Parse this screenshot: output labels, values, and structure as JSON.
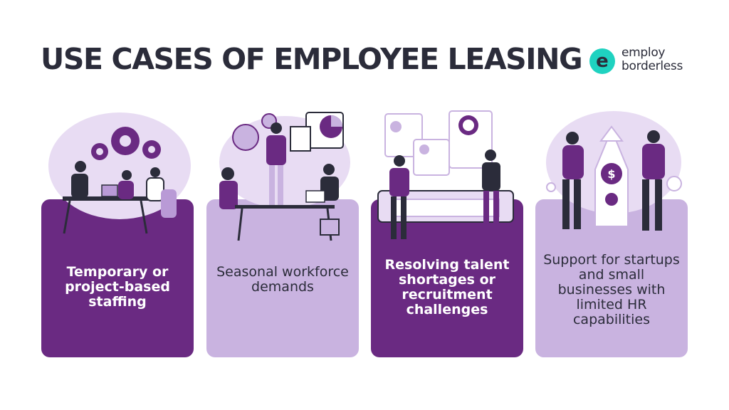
{
  "header": {
    "title": "USE CASES OF EMPLOYEE LEASING",
    "brand": {
      "mark": "e",
      "line1": "employ",
      "line2": "borderless"
    }
  },
  "cards": [
    {
      "text": "Temporary or project-based staffing",
      "style": "dark",
      "illustration": "team-meeting-gears-illustration"
    },
    {
      "text": "Seasonal workforce demands",
      "style": "light",
      "illustration": "office-presentation-illustration"
    },
    {
      "text": "Resolving talent shortages or recruitment challenges",
      "style": "dark",
      "illustration": "candidate-review-illustration"
    },
    {
      "text": "Support for startups and small businesses with limited HR capabilities",
      "style": "light",
      "illustration": "startup-rocket-illustration"
    }
  ],
  "colors": {
    "dark_purple": "#6a2a82",
    "light_purple": "#c9b3e0",
    "accent_teal": "#1fd2c0",
    "text_dark": "#2b2c3a"
  }
}
